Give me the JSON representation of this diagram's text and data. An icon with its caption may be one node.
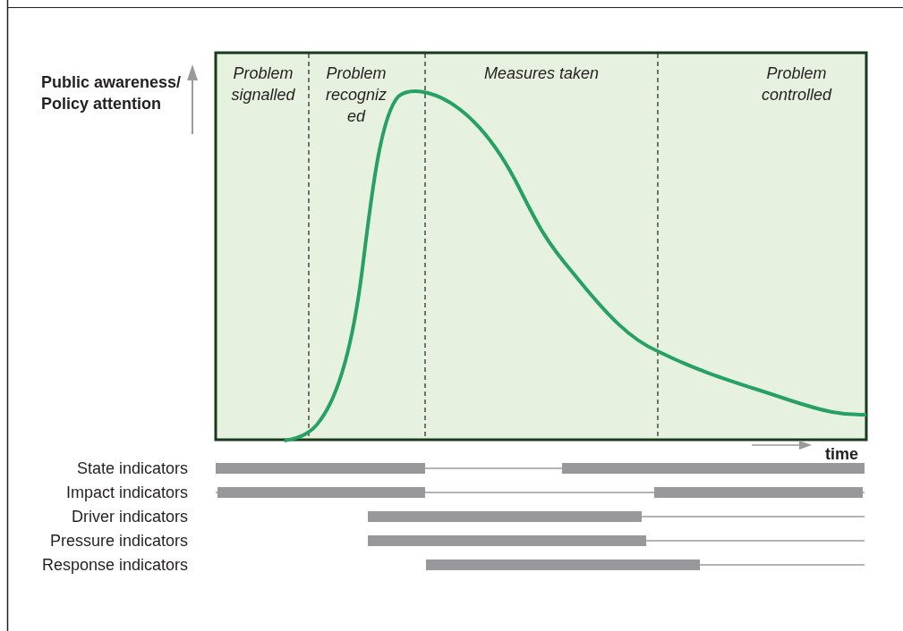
{
  "diagram": {
    "labels": [
      "Public awareness/ Policy attention",
      "Problem signalled",
      "Problem recogniz ed",
      "Measures taken",
      "Problem controlled",
      "time",
      "State indicators",
      "Impact indicators",
      "Driver indicators",
      "Pressure indicators",
      "Response indicators"
    ]
  }
}
